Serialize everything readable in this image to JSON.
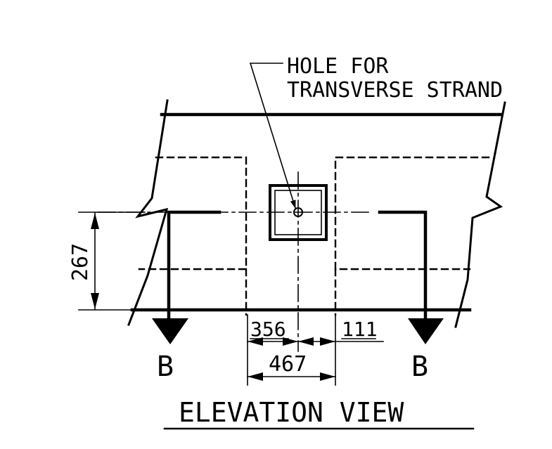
{
  "note": {
    "line1": "HOLE FOR",
    "line2": "TRANSVERSE STRAND"
  },
  "dimensions": {
    "vertical": "267",
    "left_offset": "356",
    "right_offset": "111",
    "total": "467"
  },
  "section_marks": {
    "left": "B",
    "right": "B"
  },
  "view_title": "ELEVATION VIEW",
  "colors": {
    "ink": "#000000",
    "paper": "#ffffff"
  }
}
